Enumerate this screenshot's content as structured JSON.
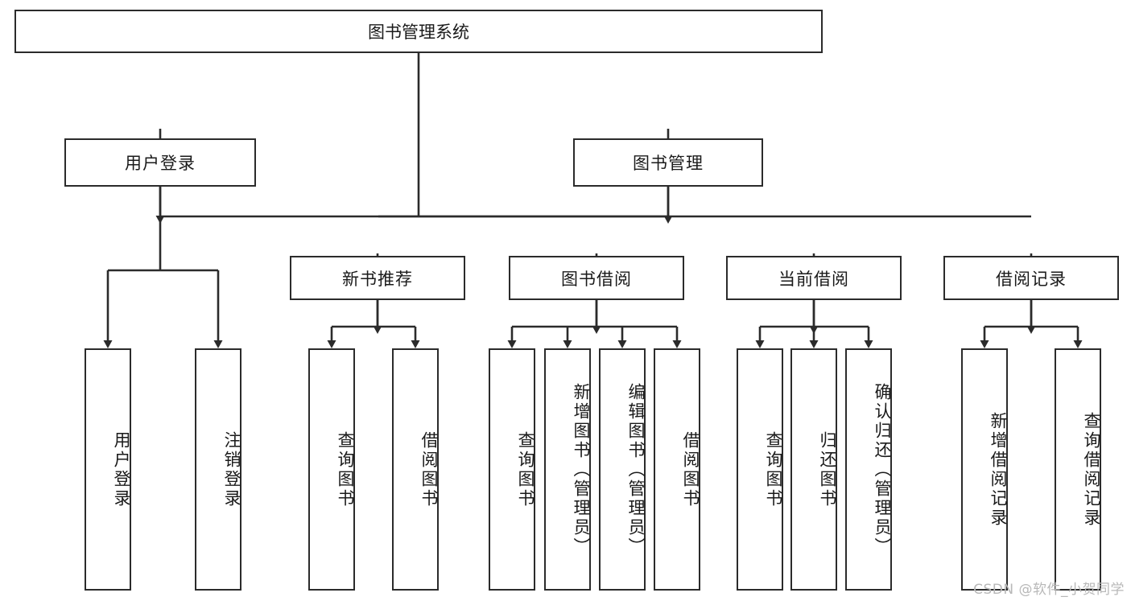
{
  "diagram": {
    "title": "图书管理系统",
    "type": "tree-hierarchy",
    "root": {
      "label": "图书管理系统"
    },
    "level1": [
      {
        "label": "用户登录"
      },
      {
        "label": "图书管理"
      }
    ],
    "level2": [
      {
        "label": "新书推荐"
      },
      {
        "label": "图书借阅"
      },
      {
        "label": "当前借阅"
      },
      {
        "label": "借阅记录"
      }
    ],
    "leaves": {
      "user_login": [
        {
          "label": "用户登录"
        },
        {
          "label": "注销登录"
        }
      ],
      "new_book_recommend": [
        {
          "label": "查询图书"
        },
        {
          "label": "借阅图书"
        }
      ],
      "book_borrow": [
        {
          "label": "查询图书"
        },
        {
          "label": "新增图书（管理员）"
        },
        {
          "label": "编辑图书（管理员）"
        },
        {
          "label": "借阅图书"
        }
      ],
      "current_borrow": [
        {
          "label": "查询图书"
        },
        {
          "label": "归还图书"
        },
        {
          "label": "确认归还（管理员）"
        }
      ],
      "borrow_record": [
        {
          "label": "新增借阅记录"
        },
        {
          "label": "查询借阅记录"
        }
      ]
    }
  },
  "watermark": {
    "text": "CSDN @软件_小贺同学"
  },
  "colors": {
    "stroke": "#2b2b2b",
    "background": "#ffffff",
    "text": "#1a1a1a",
    "watermark": "#b8b8b8"
  }
}
